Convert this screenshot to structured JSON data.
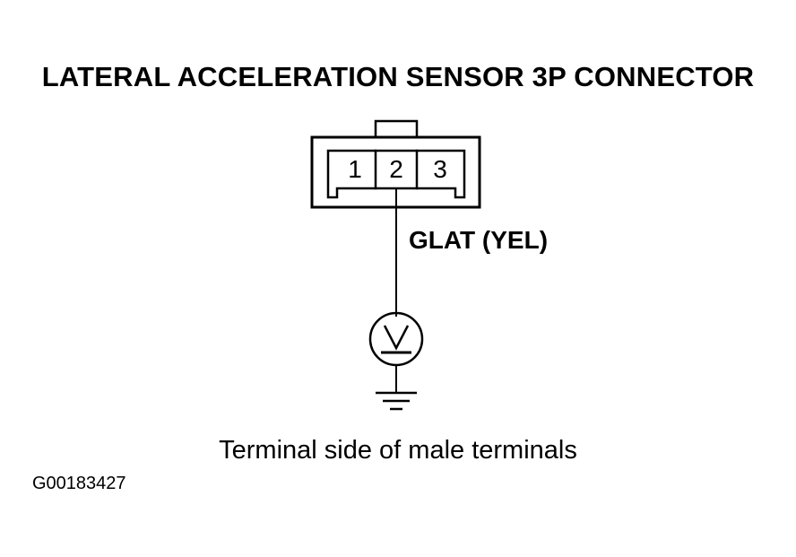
{
  "diagram": {
    "title": "LATERAL ACCELERATION SENSOR 3P CONNECTOR",
    "connector": {
      "pins": [
        "1",
        "2",
        "3"
      ]
    },
    "wire_label": "GLAT (YEL)",
    "meter_icon": "voltmeter-icon",
    "ground_icon": "ground-icon",
    "caption": "Terminal side of male terminals",
    "figure_id": "G00183427"
  }
}
